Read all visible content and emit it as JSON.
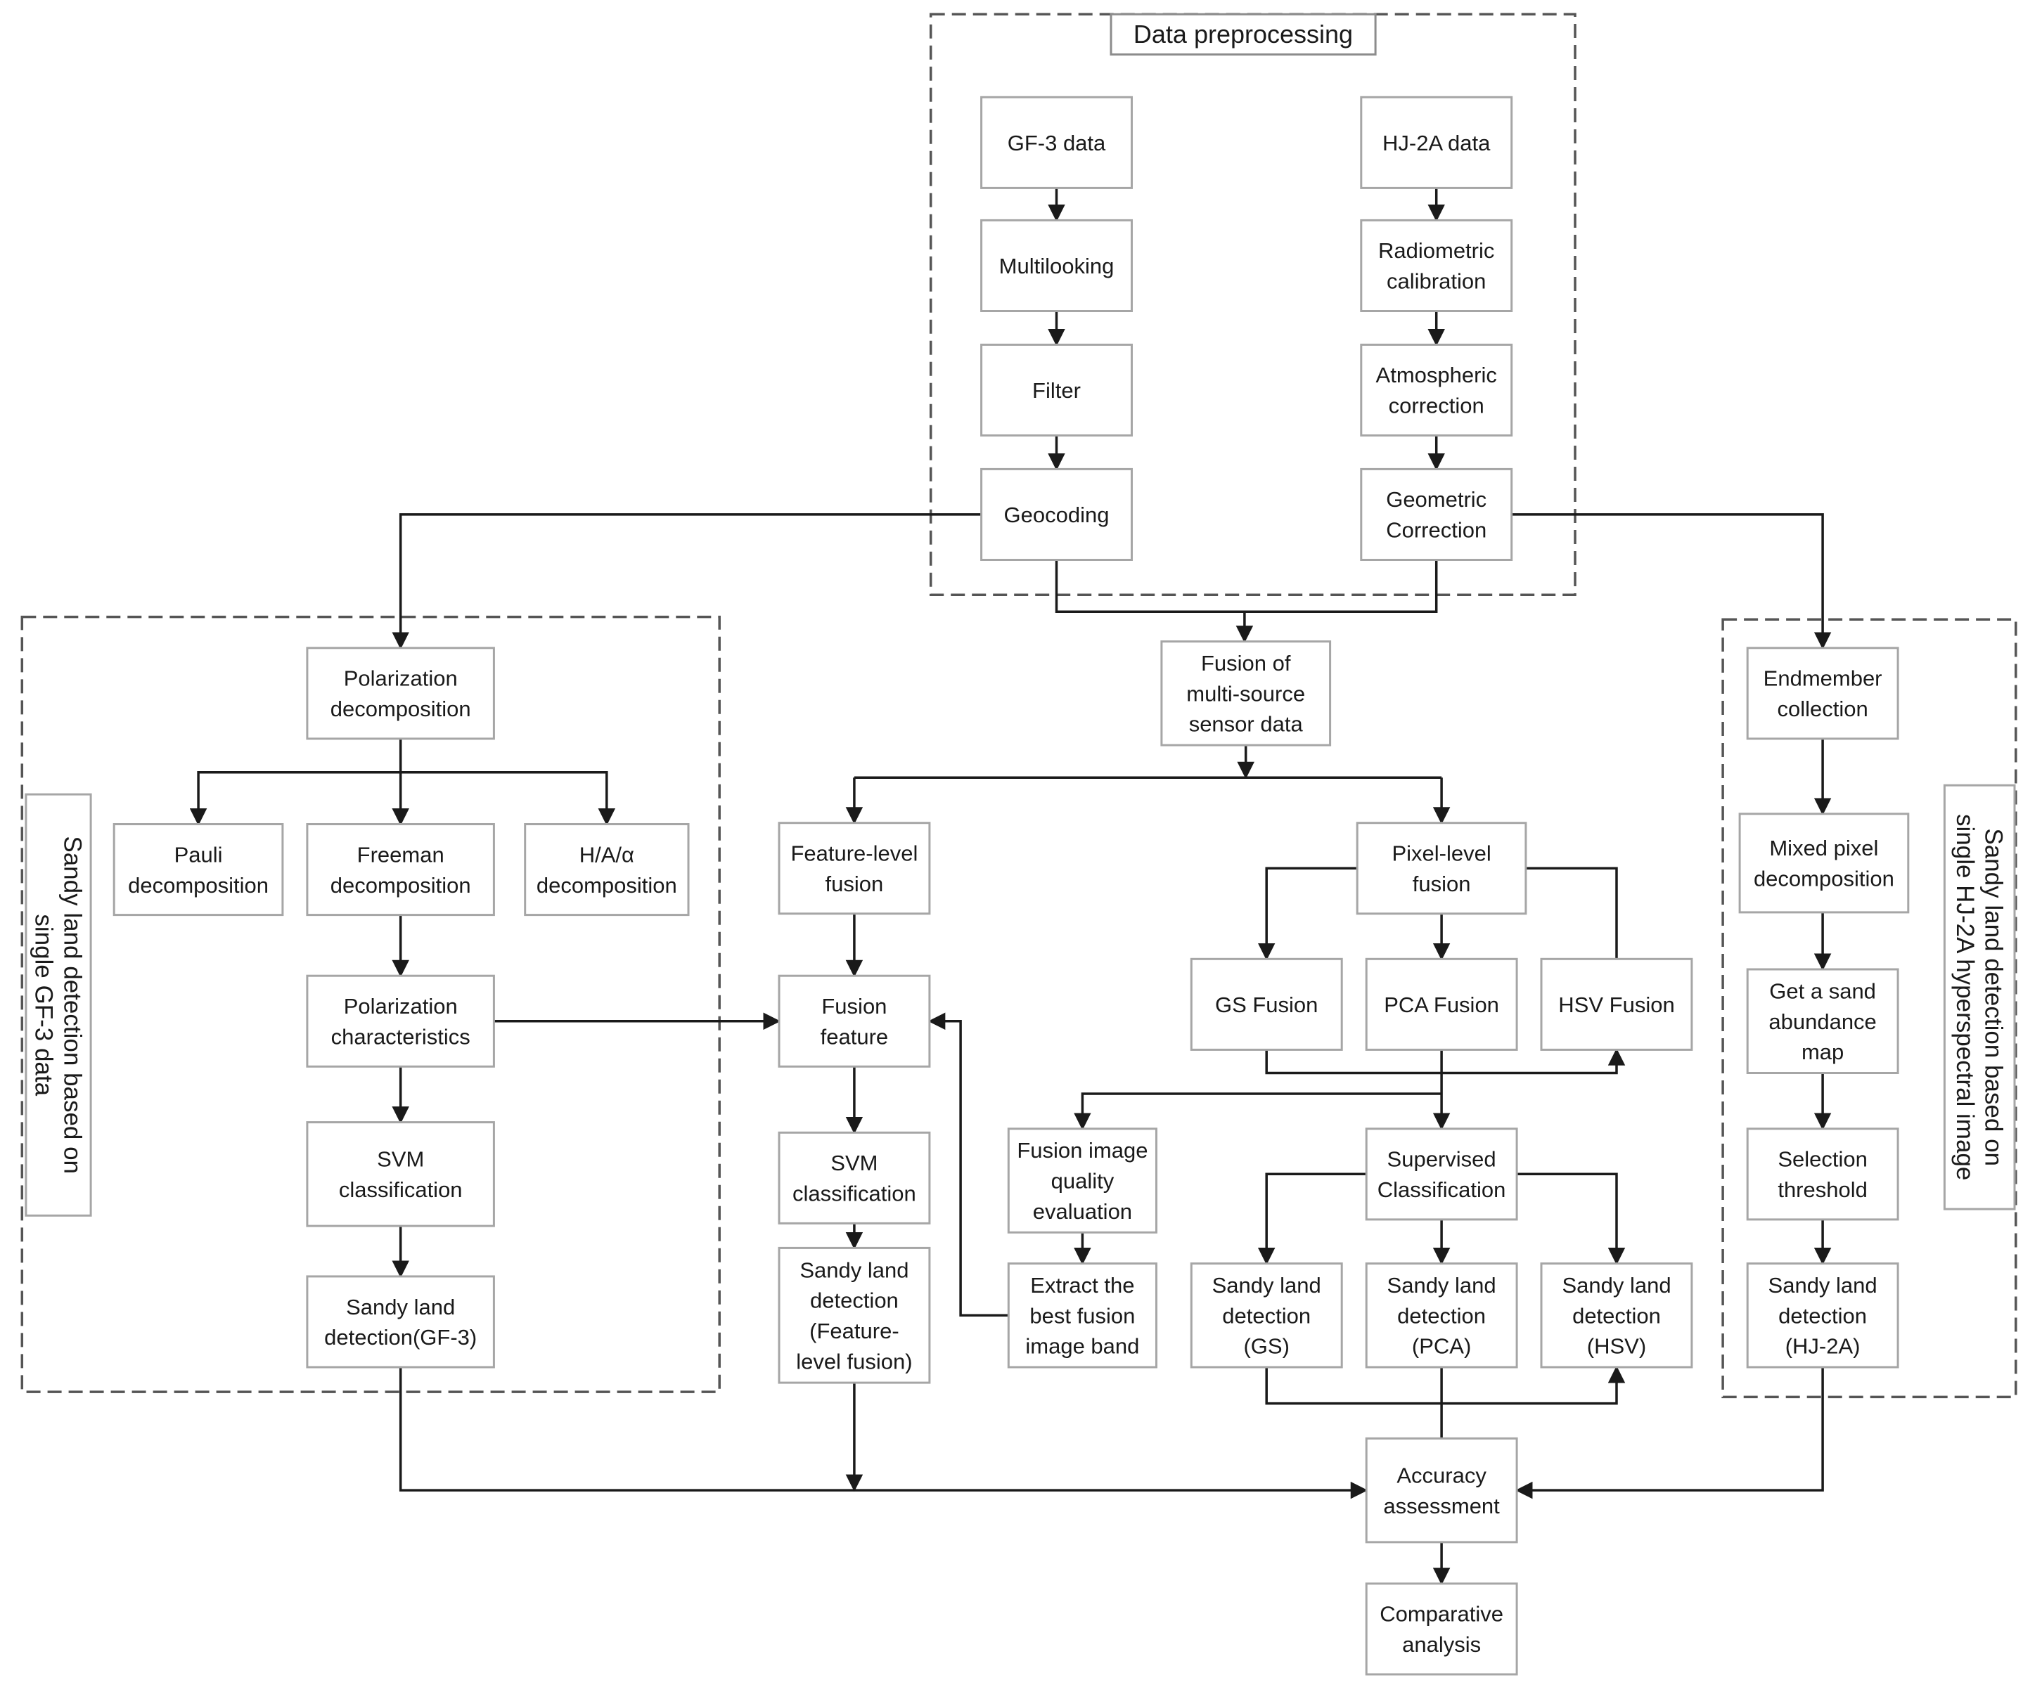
{
  "groups": {
    "preprocessing": "Data preprocessing",
    "gf3": [
      "Sandy land detection based on",
      "single GF-3 data"
    ],
    "hj2a": [
      "Sandy land detection based on",
      "single HJ-2A hyperspectral image"
    ]
  },
  "nodes": {
    "gf3_data": [
      "GF-3 data"
    ],
    "multilooking": [
      "Multilooking"
    ],
    "filter": [
      "Filter"
    ],
    "geocoding": [
      "Geocoding"
    ],
    "hj2a_data": [
      "HJ-2A data"
    ],
    "radiometric": [
      "Radiometric",
      "calibration"
    ],
    "atmospheric": [
      "Atmospheric",
      "correction"
    ],
    "geometric": [
      "Geometric",
      "Correction"
    ],
    "fusion_multi": [
      "Fusion of",
      "multi-source",
      "sensor data"
    ],
    "polar_decomp": [
      "Polarization",
      "decomposition"
    ],
    "pauli": [
      "Pauli",
      "decomposition"
    ],
    "freeman": [
      "Freeman",
      "decomposition"
    ],
    "haa": [
      "H/A/α",
      "decomposition"
    ],
    "polar_char": [
      "Polarization",
      "characteristics"
    ],
    "svm_gf3": [
      "SVM",
      "classification"
    ],
    "sandy_gf3": [
      "Sandy land",
      "detection(GF-3)"
    ],
    "feature_fusion": [
      "Feature-level",
      "fusion"
    ],
    "fusion_feature": [
      "Fusion",
      "feature"
    ],
    "svm_feature": [
      "SVM",
      "classification"
    ],
    "sandy_feature": [
      "Sandy land",
      "detection",
      "(Feature-",
      "level fusion)"
    ],
    "pixel_fusion": [
      "Pixel-level",
      "fusion"
    ],
    "gs_fusion": [
      "GS Fusion"
    ],
    "pca_fusion": [
      "PCA Fusion"
    ],
    "hsv_fusion": [
      "HSV Fusion"
    ],
    "quality_eval": [
      "Fusion image",
      "quality",
      "evaluation"
    ],
    "extract_band": [
      "Extract the",
      "best fusion",
      "image band"
    ],
    "supervised": [
      "Supervised",
      "Classification"
    ],
    "sandy_gs": [
      "Sandy land",
      "detection",
      "(GS)"
    ],
    "sandy_pca": [
      "Sandy land",
      "detection",
      "(PCA)"
    ],
    "sandy_hsv": [
      "Sandy land",
      "detection",
      "(HSV)"
    ],
    "endmember": [
      "Endmember",
      "collection"
    ],
    "mixed_pixel": [
      "Mixed pixel",
      "decomposition"
    ],
    "abundance": [
      "Get a sand",
      "abundance",
      "map"
    ],
    "threshold": [
      "Selection",
      "threshold"
    ],
    "sandy_hj2a": [
      "Sandy land",
      "detection",
      "(HJ-2A)"
    ],
    "accuracy": [
      "Accuracy",
      "assessment"
    ],
    "comparative": [
      "Comparative",
      "analysis"
    ]
  }
}
